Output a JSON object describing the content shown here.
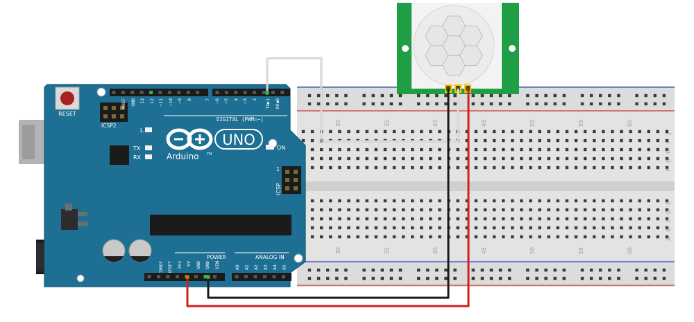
{
  "arduino": {
    "brand": "Arduino",
    "model": "UNO",
    "trademark": "TM",
    "reset_label": "RESET",
    "icsp2_label": "ICSP2",
    "icsp_label": "ICSP",
    "icsp_pin1": "1",
    "digital_label": "DIGITAL (PWM=~)",
    "power_label": "POWER",
    "analog_label": "ANALOG IN",
    "led_labels": {
      "l": "L",
      "tx": "TX",
      "rx": "RX",
      "on": "ON"
    },
    "top_pin_labels": [
      "AREF",
      "GND",
      "13",
      "12",
      "~11",
      "~10",
      "~9",
      "8",
      "7",
      "~6",
      "~5",
      "4",
      "~3",
      "2",
      "TX▶1",
      "RX◀0"
    ],
    "power_pin_labels": [
      "IOREF",
      "RESET",
      "3V3",
      "5V",
      "GND",
      "GND",
      "VIN"
    ],
    "analog_pin_labels": [
      "A0",
      "A1",
      "A2",
      "A3",
      "A4",
      "A5"
    ]
  },
  "breadboard": {
    "column_numbers": [
      "30",
      "35",
      "40",
      "45",
      "50",
      "55",
      "60"
    ],
    "row_letters_top": [
      "J",
      "I",
      "H",
      "G",
      "F"
    ],
    "row_letters_bottom": [
      "E",
      "D",
      "C",
      "B",
      "A"
    ]
  },
  "colors": {
    "board": "#1d6f93",
    "board_edge": "#155a78",
    "sensor_pcb": "#1f9e45",
    "wire_red": "#d11f1f",
    "wire_black": "#1a1a1a",
    "wire_gray": "#c8c8c8",
    "rail_red": "#d9342b",
    "rail_blue": "#2b4fb8"
  }
}
